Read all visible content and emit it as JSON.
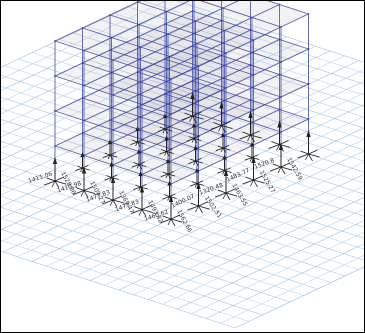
{
  "view": {
    "name": "3D structural frame view",
    "colors": {
      "background": "#ffffff",
      "grid": "#b9d3ea",
      "grid_major": "#9fc2e3",
      "frame": "#3b43a3",
      "slab": "#aeb0b6",
      "arrow": "#222222"
    }
  },
  "reactions": [
    {
      "label": "1460.62",
      "angle": -18
    },
    {
      "label": "1562.66",
      "angle": 62
    },
    {
      "label": "1477.83",
      "angle": -20
    },
    {
      "label": "1493.42",
      "angle": 62
    },
    {
      "label": "1477.83",
      "angle": -20
    },
    {
      "label": "1369.47",
      "angle": 62
    },
    {
      "label": "1410.98",
      "angle": -18
    },
    {
      "label": "1509.27",
      "angle": 62
    },
    {
      "label": "1411.06",
      "angle": -18
    },
    {
      "label": "1528.86",
      "angle": 62
    },
    {
      "label": "1400.07",
      "angle": -25
    },
    {
      "label": "1502.51",
      "angle": 55
    },
    {
      "label": "1320.48",
      "angle": -20
    },
    {
      "label": "1463.55",
      "angle": 60
    },
    {
      "label": "1483.77",
      "angle": -25
    },
    {
      "label": "1525.27",
      "angle": 60
    },
    {
      "label": "1520.8",
      "angle": -20
    },
    {
      "label": "1542.59",
      "angle": 60
    }
  ]
}
